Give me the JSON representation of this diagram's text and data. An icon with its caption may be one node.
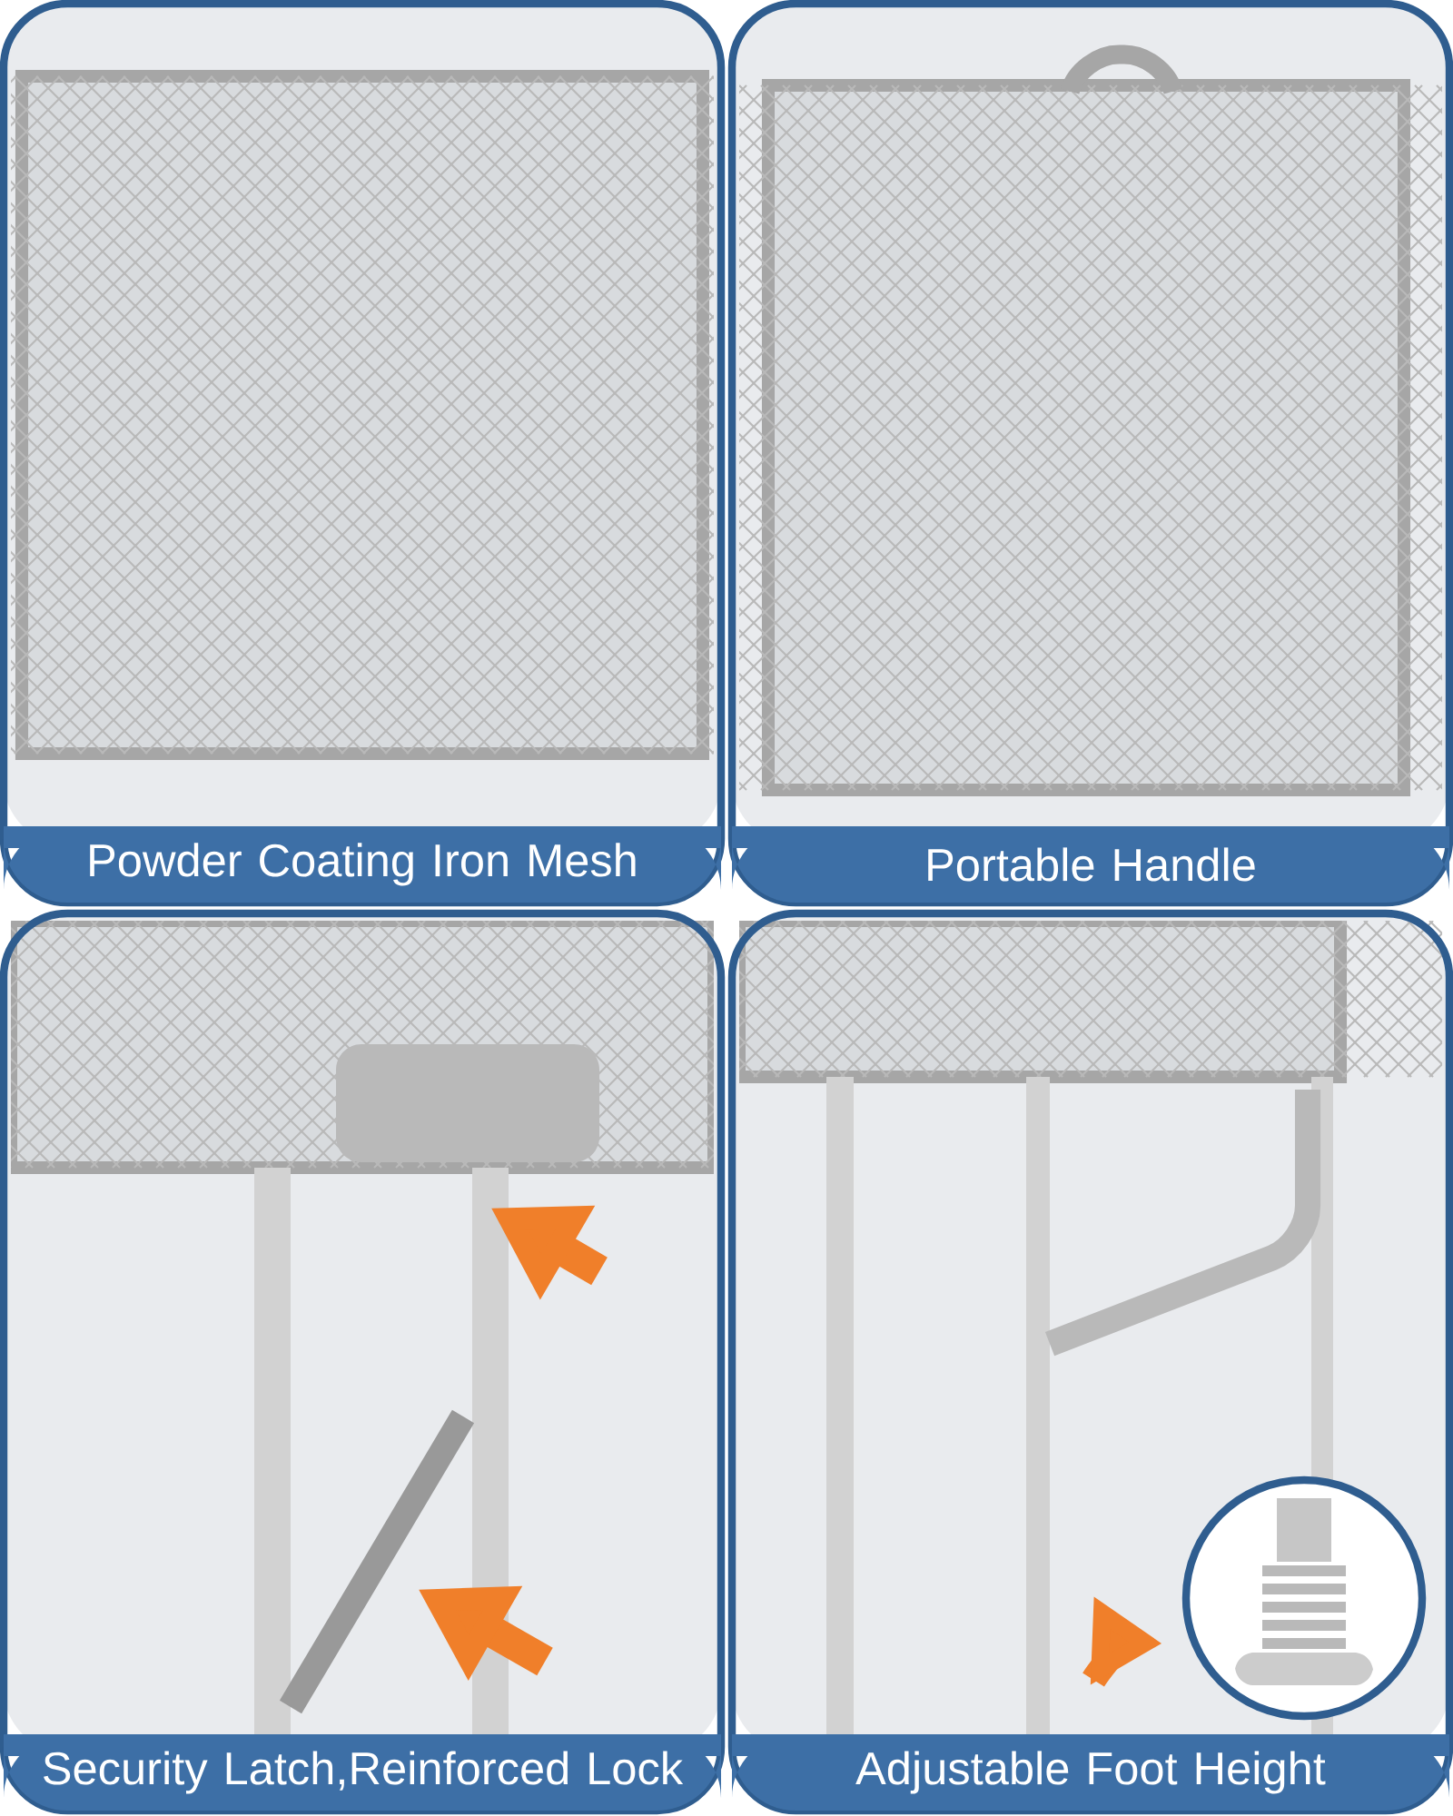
{
  "diagram": {
    "nodes": [
      {
        "text": [
          "Powder Coating Iron Mesh"
        ]
      },
      {
        "text": [
          "Portable Handle"
        ]
      },
      {
        "text": [
          "Security Latch,Reinforced Lock"
        ]
      },
      {
        "text": [
          "Adjustable Foot Height"
        ]
      }
    ]
  }
}
